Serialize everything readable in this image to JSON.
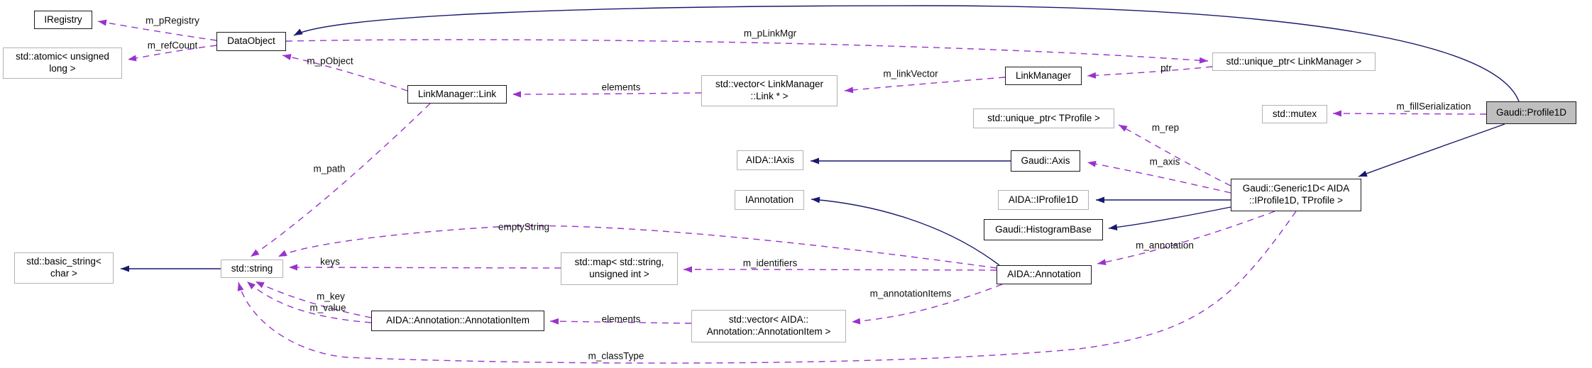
{
  "diagram": {
    "type": "collaboration-graph",
    "main_class": "Gaudi::Profile1D",
    "colors": {
      "inheritance_edge": "#191970",
      "usage_edge": "#9a32cd",
      "highlight_fill": "#bfbfbf",
      "node_border_dark": "#1a1a1a",
      "node_border_light": "#b2b2b2"
    },
    "nodes": {
      "iregistry": {
        "label": "IRegistry"
      },
      "dataobject": {
        "label": "DataObject"
      },
      "atomic_ulong": {
        "label": "std::atomic< unsigned\nlong >"
      },
      "linkmanager_link": {
        "label": "LinkManager::Link"
      },
      "vector_linkmanager_link": {
        "label": "std::vector< LinkManager\n::Link * >"
      },
      "linkmanager": {
        "label": "LinkManager"
      },
      "unique_ptr_linkmanager": {
        "label": "std::unique_ptr< LinkManager >"
      },
      "mutex": {
        "label": "std::mutex"
      },
      "profile1d": {
        "label": "Gaudi::Profile1D"
      },
      "unique_ptr_tprofile": {
        "label": "std::unique_ptr< TProfile >"
      },
      "aida_iaxis": {
        "label": "AIDA::IAxis"
      },
      "gaudi_axis": {
        "label": "Gaudi::Axis"
      },
      "iannotation": {
        "label": "IAnnotation"
      },
      "aida_iprofile1d": {
        "label": "AIDA::IProfile1D"
      },
      "generic1d": {
        "label": "Gaudi::Generic1D< AIDA\n::IProfile1D, TProfile >"
      },
      "histogrambase": {
        "label": "Gaudi::HistogramBase"
      },
      "aida_annotation": {
        "label": "AIDA::Annotation"
      },
      "basic_string": {
        "label": "std::basic_string<\nchar >"
      },
      "std_string": {
        "label": "std::string"
      },
      "std_map": {
        "label": "std::map< std::string,\nunsigned int >"
      },
      "annotation_item": {
        "label": "AIDA::Annotation::AnnotationItem"
      },
      "vector_annotation_item": {
        "label": "std::vector< AIDA::\nAnnotation::AnnotationItem >"
      }
    },
    "edge_labels": {
      "m_pRegistry": "m_pRegistry",
      "m_refCount": "m_refCount",
      "m_pObject": "m_pObject",
      "m_pLinkMgr": "m_pLinkMgr",
      "elements_top": "elements",
      "m_linkVector": "m_linkVector",
      "ptr": "ptr",
      "m_fillSerialization": "m_fillSerialization",
      "m_rep": "m_rep",
      "m_axis": "m_axis",
      "m_annotation": "m_annotation",
      "m_path": "m_path",
      "emptyString": "emptyString",
      "keys": "keys",
      "m_identifiers": "m_identifiers",
      "m_key": "m_key",
      "m_value": "m_value",
      "elements_bottom": "elements",
      "m_annotationItems": "m_annotationItems",
      "m_classType": "m_classType"
    }
  }
}
